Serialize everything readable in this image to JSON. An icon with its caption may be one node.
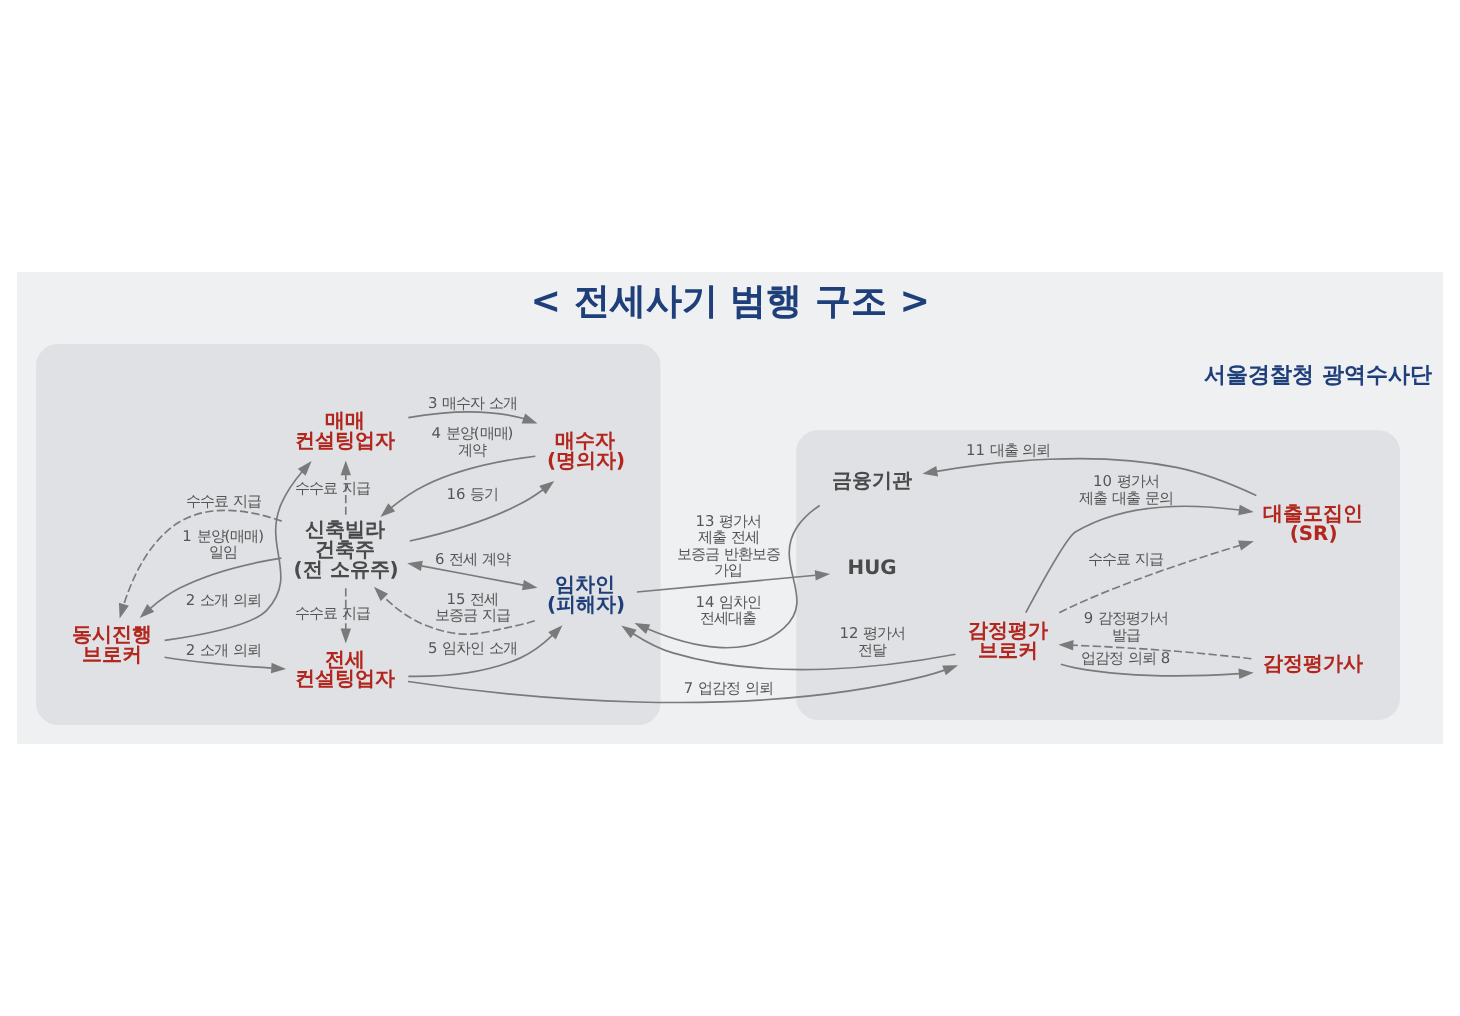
{
  "diagram": {
    "title": "< 전세사기 범행 구조 >",
    "nodes": [
      {
        "text": [],
        "shape": "box"
      },
      {
        "text": [
          "매매 컨설팅업자"
        ],
        "in": 0
      },
      {
        "text": [
          "동시진행 브로커"
        ],
        "in": 0
      },
      {
        "text": [
          "신축빌라 건축주 (전 소유주)"
        ],
        "in": 0
      },
      {
        "text": [
          "매수자 (명의자)"
        ],
        "in": 0
      },
      {
        "text": [
          "임차인 (피해자)"
        ],
        "in": 0
      },
      {
        "text": [
          "전세 컨설팅업자"
        ],
        "in": 0
      },
      {
        "text": [],
        "shape": "box"
      },
      {
        "text": [
          "금융기관"
        ],
        "in": 7
      },
      {
        "text": [
          "HUG"
        ],
        "in": 7
      },
      {
        "text": [
          "대출모집인 (SR)"
        ],
        "in": 7
      },
      {
        "text": [
          "감정평가사"
        ],
        "in": 7
      },
      {
        "text": [
          "감정평가 브로커"
        ],
        "in": 7
      }
    ],
    "edges": [
      {
        "from": 2,
        "to": 1,
        "arrow": "to",
        "label": "2 소개 의뢰"
      },
      {
        "from": 1,
        "to": 4,
        "arrow": "to",
        "label": "3 매수자 소개"
      },
      {
        "from": 3,
        "to": 2,
        "arrow": "to",
        "label": "1 분양(매매) 일임"
      },
      {
        "from": 3,
        "to": 2,
        "arrow": "to",
        "label": "수수료 지급",
        "style": "dashed"
      },
      {
        "from": 3,
        "to": 1,
        "arrow": "to",
        "label": "수수료 지급",
        "style": "dashed"
      },
      {
        "from": 4,
        "to": 3,
        "arrow": "to",
        "label": "4 분양(매매) 계약"
      },
      {
        "from": 3,
        "to": 4,
        "arrow": "to",
        "label": "16 등기"
      },
      {
        "from": 2,
        "to": 6,
        "arrow": "to",
        "label": "2 소개 의뢰"
      },
      {
        "from": 3,
        "to": 6,
        "arrow": "to",
        "label": "수수료 지급",
        "style": "dashed"
      },
      {
        "from": 3,
        "to": 5,
        "arrow": "both",
        "label": "6 전세 계약"
      },
      {
        "from": 5,
        "to": 3,
        "arrow": "to",
        "label": "15 전세 보증금 지급",
        "style": "dashed"
      },
      {
        "from": 6,
        "to": 5,
        "arrow": "to",
        "label": "5 임차인 소개"
      },
      {
        "from": 6,
        "to": 12,
        "arrow": "to",
        "label": "7 업감정 의뢰"
      },
      {
        "from": 8,
        "to": 5,
        "arrow": "to",
        "label": "14 임차인 전세대출"
      },
      {
        "from": 5,
        "to": 9,
        "arrow": "to",
        "label": "13 평가서 제출 전세 보증금 반환보증 가입"
      },
      {
        "from": 12,
        "to": 5,
        "arrow": "to",
        "label": "12 평가서 전달"
      },
      {
        "from": 10,
        "to": 8,
        "arrow": "to",
        "label": "11 대출 의뢰"
      },
      {
        "from": 12,
        "to": 10,
        "arrow": "to",
        "label": "10 평가서 제출 대출 문의"
      },
      {
        "from": 12,
        "to": 10,
        "arrow": "to",
        "label": "수수료 지급",
        "style": "dashed"
      },
      {
        "from": 12,
        "to": 11,
        "arrow": "to",
        "label": "업감정 의뢰 8"
      },
      {
        "from": 11,
        "to": 12,
        "arrow": "to",
        "label": "9 감정평가서 발급",
        "style": "dashed"
      }
    ],
    "labels": [
      "서울경찰청 광역수사단"
    ]
  }
}
